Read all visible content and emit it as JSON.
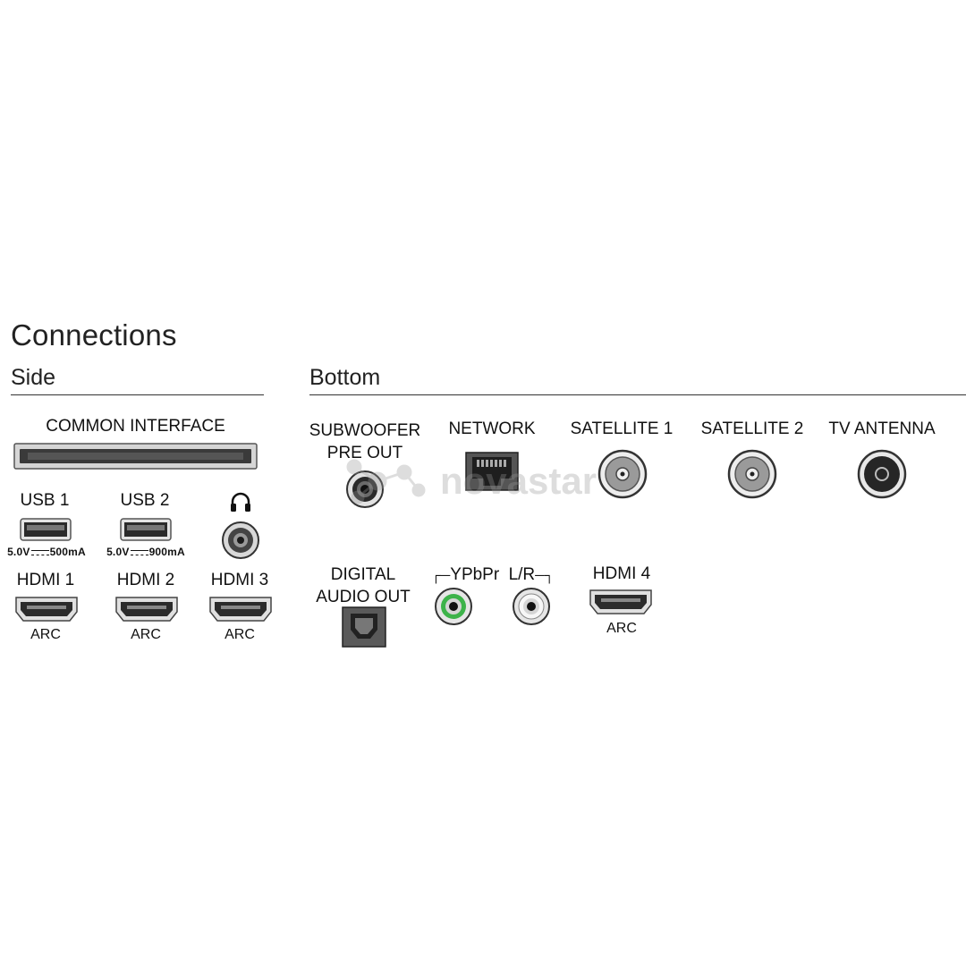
{
  "title": "Connections",
  "side": {
    "heading": "Side",
    "common_interface": "COMMON INTERFACE",
    "usb1": {
      "label": "USB 1",
      "spec_volt": "5.0V",
      "spec_current": "500mA"
    },
    "usb2": {
      "label": "USB 2",
      "spec_volt": "5.0V",
      "spec_current": "900mA"
    },
    "hdmi1": {
      "label": "HDMI 1",
      "sub": "ARC"
    },
    "hdmi2": {
      "label": "HDMI 2",
      "sub": "ARC"
    },
    "hdmi3": {
      "label": "HDMI 3",
      "sub": "ARC"
    }
  },
  "bottom": {
    "heading": "Bottom",
    "subwoofer": {
      "line1": "SUBWOOFER",
      "line2": "PRE OUT"
    },
    "network": "NETWORK",
    "satellite1": "SATELLITE 1",
    "satellite2": "SATELLITE 2",
    "tv_antenna": "TV ANTENNA",
    "digital_audio": {
      "line1": "DIGITAL",
      "line2": "AUDIO OUT"
    },
    "ypbpr": "YPbPr",
    "lr": "L/R",
    "hdmi4": {
      "label": "HDMI 4",
      "sub": "ARC"
    }
  },
  "watermark": "novastar",
  "icons": [
    "headphones-icon",
    "ethernet-port-icon",
    "coax-port-icon",
    "optical-port-icon",
    "hdmi-port-icon",
    "usb-port-icon",
    "rca-port-icon"
  ],
  "colors": {
    "text": "#111111",
    "port_dark": "#2a2a2a",
    "rca_green": "#3db34a"
  }
}
